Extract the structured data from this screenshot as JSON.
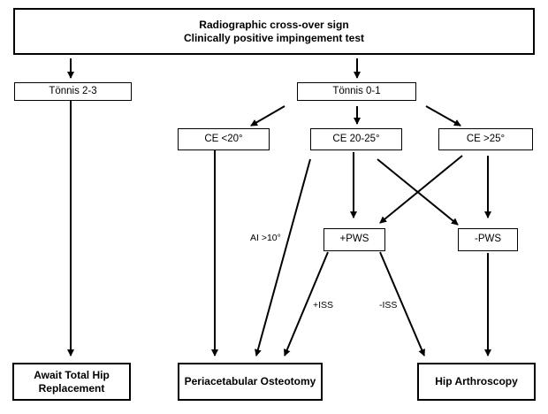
{
  "top": {
    "line1": "Radiographic cross-over sign",
    "line2": "Clinically positive impingement test"
  },
  "tonnis_23": "Tönnis 2-3",
  "tonnis_01": "Tönnis 0-1",
  "ce_lt20": "CE <20°",
  "ce_2025": "CE 20-25°",
  "ce_gt25": "CE >25°",
  "pws_pos": "+PWS",
  "pws_neg": "-PWS",
  "edge_labels": {
    "ai": "AI >10°",
    "iss_pos": "+ISS",
    "iss_neg": "-ISS"
  },
  "outcomes": {
    "await_line1": "Await Total Hip",
    "await_line2": "Replacement",
    "pao": "Periacetabular Osteotomy",
    "arthroscopy": "Hip Arthroscopy"
  }
}
